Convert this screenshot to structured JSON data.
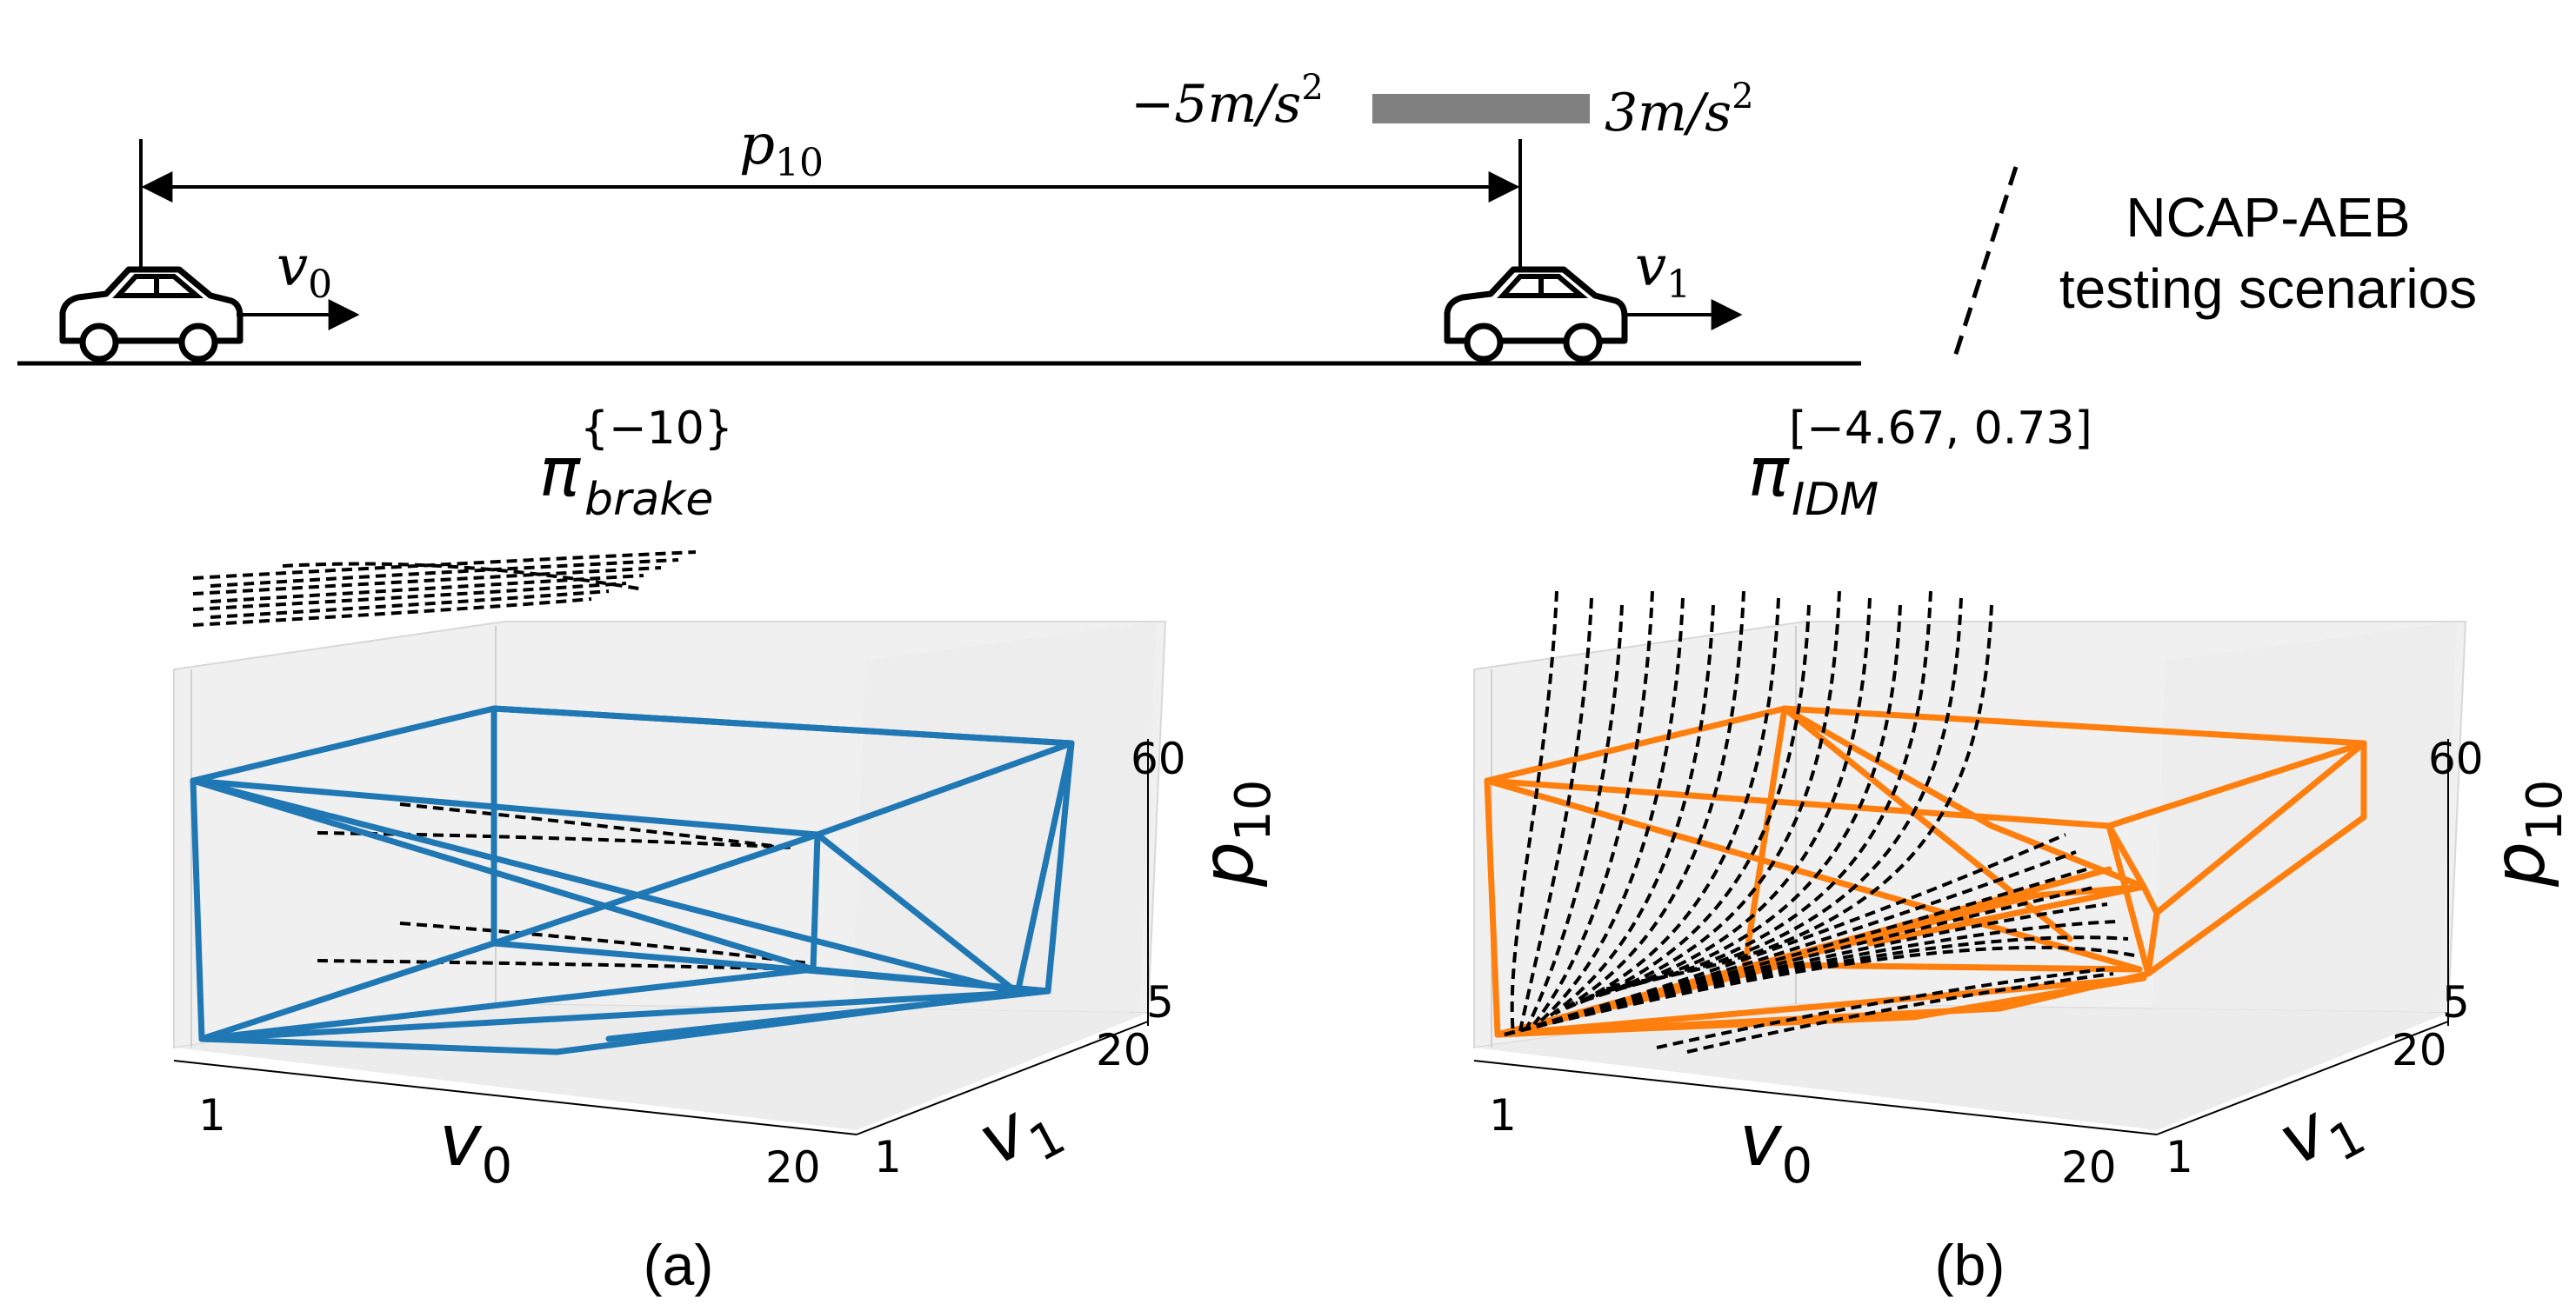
{
  "top": {
    "p_label": "p",
    "p_sub": "10",
    "v0_label": "v",
    "v0_sub": "0",
    "v1_label": "v",
    "v1_sub": "1",
    "accel_min": "−5m/s",
    "accel_min_exp": "2",
    "accel_max": "3m/s",
    "accel_max_exp": "2"
  },
  "legend": {
    "line1": "NCAP-AEB",
    "line2": "testing scenarios"
  },
  "panels": [
    {
      "id": "a",
      "pi": "π",
      "superscript": "{−10}",
      "subscript": "brake",
      "caption": "(a)",
      "color": "#1f77b4",
      "x_label": "v",
      "x_sub": "0",
      "y_label": "v",
      "y_sub": "1",
      "z_label": "p",
      "z_sub": "10",
      "x_ticks": [
        "1",
        "20"
      ],
      "y_ticks": [
        "1",
        "20"
      ],
      "z_ticks": [
        "5",
        "60"
      ]
    },
    {
      "id": "b",
      "pi": "π",
      "superscript": "[−4.67, 0.73]",
      "subscript": "IDM",
      "caption": "(b)",
      "color": "#ff7f0e",
      "x_label": "v",
      "x_sub": "0",
      "y_label": "v",
      "y_sub": "1",
      "z_label": "p",
      "z_sub": "10",
      "x_ticks": [
        "1",
        "20"
      ],
      "y_ticks": [
        "1",
        "20"
      ],
      "z_ticks": [
        "5",
        "60"
      ]
    }
  ],
  "colors": {
    "dashed": "#000000",
    "accel_bar": "#808080",
    "pane": "#f0f0f0"
  }
}
